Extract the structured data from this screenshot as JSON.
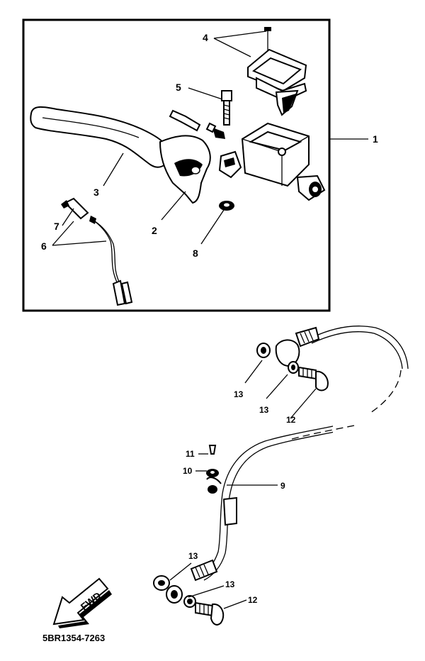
{
  "callouts": {
    "c1": "1",
    "c2": "2",
    "c3": "3",
    "c4": "4",
    "c5": "5",
    "c6": "6",
    "c7": "7",
    "c8": "8",
    "c9": "9",
    "c10": "10",
    "c11": "11",
    "c12a": "12",
    "c12b": "12",
    "c13a": "13",
    "c13b": "13",
    "c13c": "13",
    "c13d": "13"
  },
  "direction_label": "FWD",
  "diagram_code": "5BR1354-7263"
}
